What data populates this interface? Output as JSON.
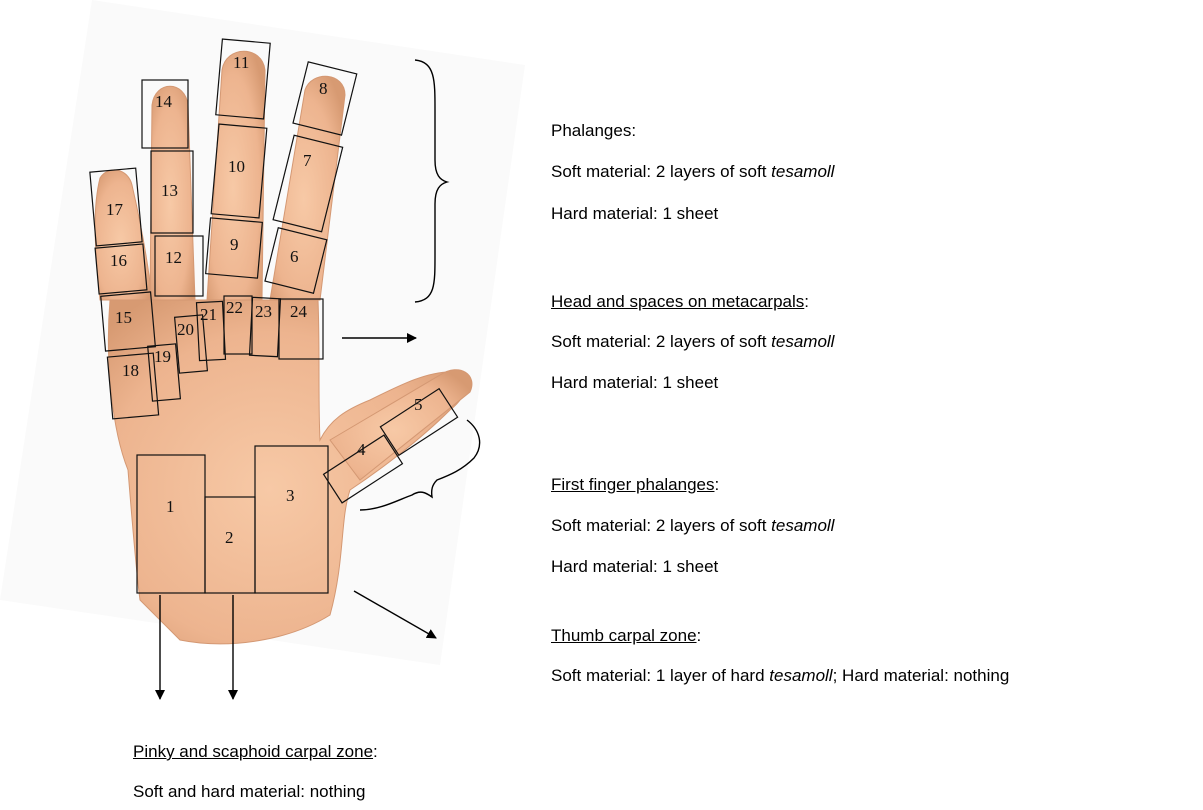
{
  "regions": [
    {
      "id": "1",
      "label": "1"
    },
    {
      "id": "2",
      "label": "2"
    },
    {
      "id": "3",
      "label": "3"
    },
    {
      "id": "4",
      "label": "4"
    },
    {
      "id": "5",
      "label": "5"
    },
    {
      "id": "6",
      "label": "6"
    },
    {
      "id": "7",
      "label": "7"
    },
    {
      "id": "8",
      "label": "8"
    },
    {
      "id": "9",
      "label": "9"
    },
    {
      "id": "10",
      "label": "10"
    },
    {
      "id": "11",
      "label": "11"
    },
    {
      "id": "12",
      "label": "12"
    },
    {
      "id": "13",
      "label": "13"
    },
    {
      "id": "14",
      "label": "14"
    },
    {
      "id": "15",
      "label": "15"
    },
    {
      "id": "16",
      "label": "16"
    },
    {
      "id": "17",
      "label": "17"
    },
    {
      "id": "18",
      "label": "18"
    },
    {
      "id": "19",
      "label": "19"
    },
    {
      "id": "20",
      "label": "20"
    },
    {
      "id": "21",
      "label": "21"
    },
    {
      "id": "22",
      "label": "22"
    },
    {
      "id": "23",
      "label": "23"
    },
    {
      "id": "24",
      "label": "24"
    }
  ],
  "phalanges": {
    "title": "Phalanges:",
    "soft_prefix": "Soft material: 2 layers of soft ",
    "soft_material": "tesamoll",
    "hard": "Hard material: 1 sheet"
  },
  "metacarpals": {
    "title": "Head and spaces on metacarpals",
    "title_suffix": ":",
    "soft_prefix": "Soft material: 2 layers of soft ",
    "soft_material": "tesamoll",
    "hard": "Hard material: 1 sheet"
  },
  "first_finger": {
    "title": "First finger phalanges",
    "title_suffix": ":",
    "soft_prefix": "Soft material: 2 layers of soft ",
    "soft_material": "tesamoll",
    "hard": "Hard material: 1 sheet"
  },
  "thumb_carpal": {
    "title": "Thumb carpal zone",
    "title_suffix": ":",
    "soft_prefix": "Soft material: 1 layer of hard ",
    "soft_material": "tesamoll",
    "soft_suffix": "; Hard material: nothing"
  },
  "pinky_scaphoid": {
    "title": "Pinky and scaphoid carpal zone",
    "title_suffix": ":",
    "text": "Soft and hard material: nothing"
  },
  "colors": {
    "skin": "#EDB48F",
    "skin_shadow": "#C98A62",
    "box_stroke": "#111111",
    "background_panel": "#FFFFFF"
  }
}
